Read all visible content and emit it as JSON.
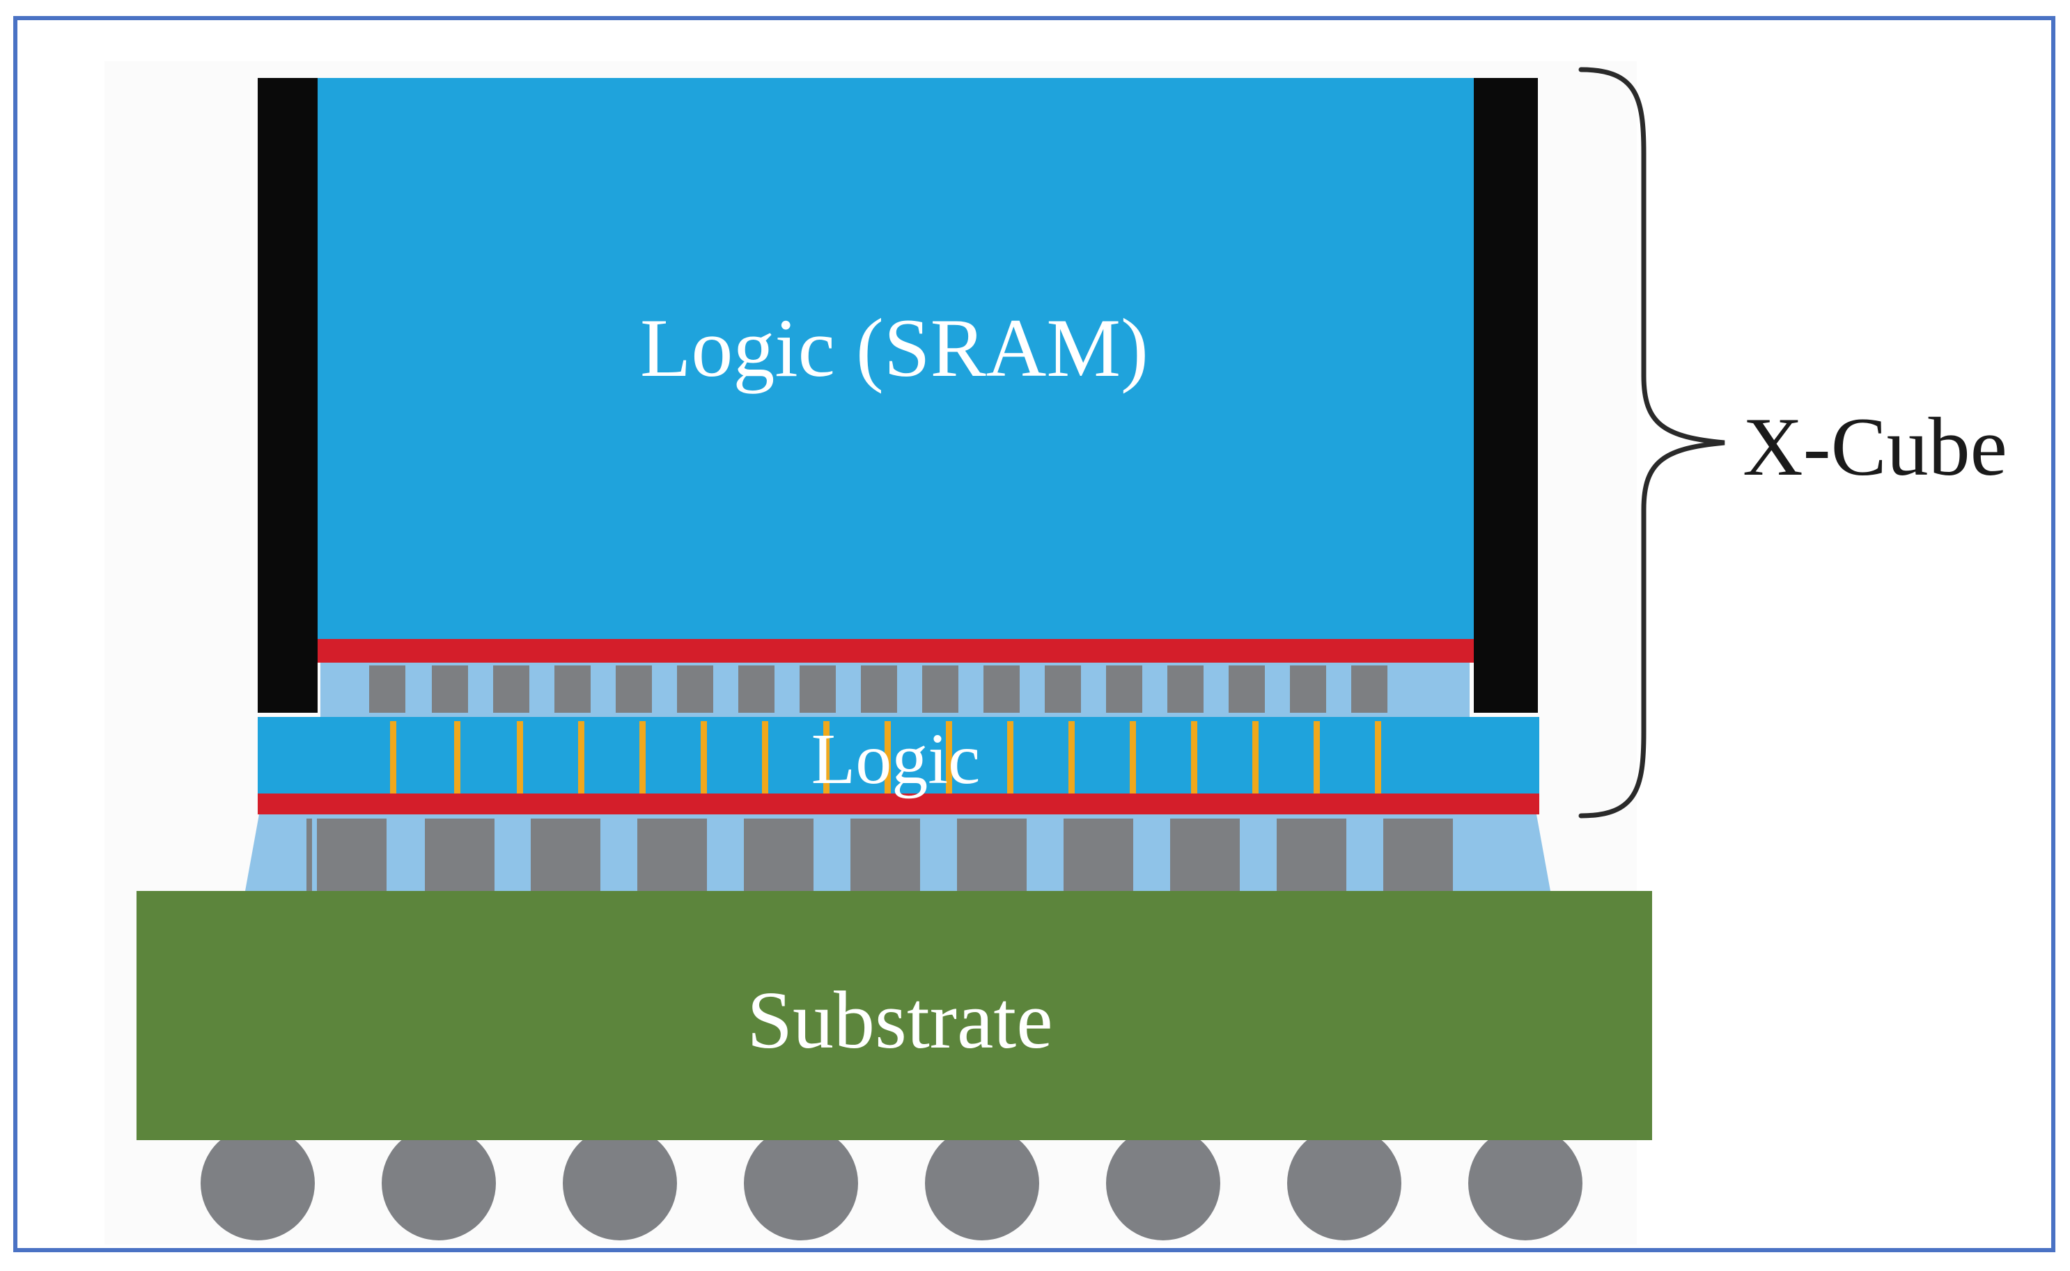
{
  "labels": {
    "top_die": "Logic (SRAM)",
    "base_die": "Logic",
    "substrate": "Substrate",
    "bracket": "X-Cube"
  },
  "colors": {
    "frame_border": "#4a72c4",
    "die_blue": "#1fa3dc",
    "side_black": "#0a0a0a",
    "red_layer": "#d41e2a",
    "underfill_light_blue": "#8fc3e8",
    "bump_gray": "#7d7f82",
    "tsv_orange": "#f0a81c",
    "substrate_green": "#5c853c",
    "ball_gray": "#7e8084",
    "bracket_dark": "#2a2a2a",
    "text_white": "#ffffff",
    "text_dark": "#1a1a1a"
  }
}
